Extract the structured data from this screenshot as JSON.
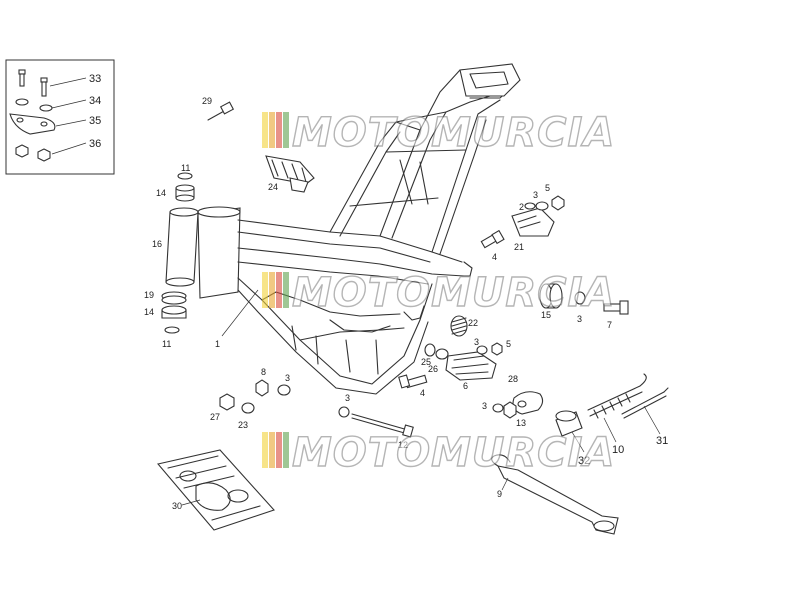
{
  "diagram": {
    "watermark_text": "MOTOMURCIA",
    "watermark_colors": [
      "#f2d23a",
      "#e8a531",
      "#d84a3b",
      "#5fa14f",
      "#8a8a8a"
    ],
    "inset_callouts": [
      "33",
      "34",
      "35",
      "36"
    ],
    "callouts": {
      "c29": "29",
      "c24": "24",
      "c11a": "11",
      "c14a": "14",
      "c16": "16",
      "c19": "19",
      "c14b": "14",
      "c11b": "11",
      "c1": "1",
      "c2": "2",
      "c3a": "3",
      "c5a": "5",
      "c21": "21",
      "c4a": "4",
      "c15": "15",
      "c3b": "3",
      "c7": "7",
      "c22": "22",
      "c3c": "3",
      "c5b": "5",
      "c25": "25",
      "c26": "26",
      "c6": "6",
      "c4b": "4",
      "c28": "28",
      "c8": "8",
      "c3d": "3",
      "c27": "27",
      "c23": "23",
      "c3e": "3",
      "c12": "12",
      "c3f": "3",
      "c13": "13",
      "c32": "32",
      "c10": "10",
      "c31": "31",
      "c9": "9",
      "c30": "30"
    }
  }
}
